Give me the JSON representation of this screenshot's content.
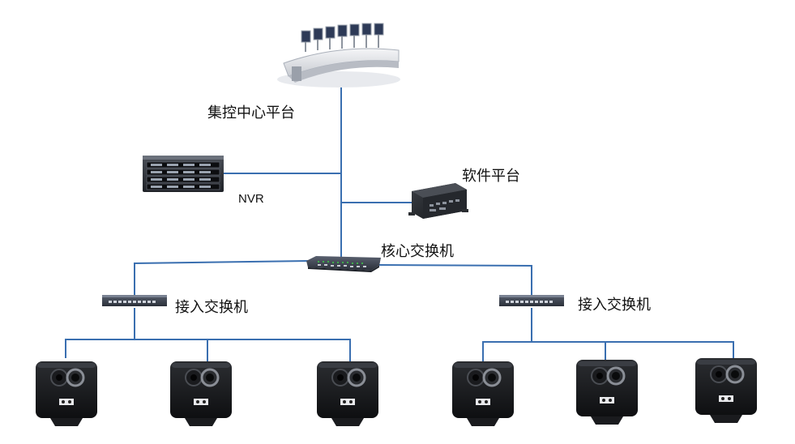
{
  "diagram": {
    "nodes": {
      "control_center": {
        "label": "集控中心平台",
        "icon": "control-room-console-icon"
      },
      "nvr": {
        "label": "NVR",
        "icon": "nvr-server-icon"
      },
      "software_platform": {
        "label": "软件平台",
        "icon": "embedded-box-pc-icon"
      },
      "core_switch": {
        "label": "核心交换机",
        "icon": "rack-switch-icon"
      },
      "access_switch_left": {
        "label": "接入交换机",
        "icon": "network-switch-icon"
      },
      "access_switch_right": {
        "label": "接入交换机",
        "icon": "network-switch-icon"
      }
    },
    "camera_icon": "network-camera-icon",
    "camera_count_per_branch": 3,
    "link_color": "#3a6fb0"
  }
}
